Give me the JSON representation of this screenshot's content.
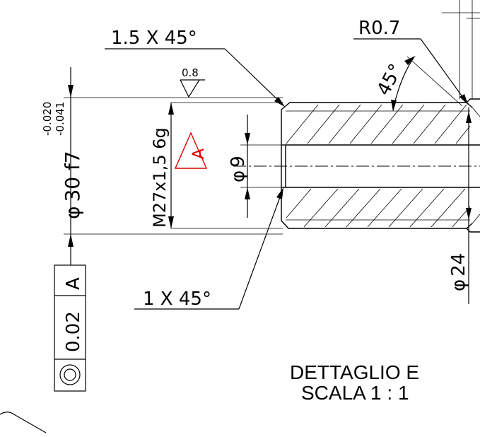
{
  "drawing": {
    "chamfer_top": "1.5  X 45°",
    "chamfer_bottom": "1  X 45°",
    "fillet_radius": "R0.7",
    "angle": "45°",
    "roughness": "0.8",
    "outer_diameter": {
      "symbol": "φ",
      "value": "30 f7",
      "upper_tolerance": "-0.020",
      "lower_tolerance": "-0.041"
    },
    "thread": "M27x1,5 6g",
    "thread_marker": "A",
    "bore": {
      "symbol": "φ",
      "value": "9"
    },
    "shaft": {
      "symbol": "φ",
      "value": "24"
    },
    "tolerance_frame": {
      "symbol": "◎",
      "value": "0.02",
      "datum": "A"
    },
    "detail_title": "DETTAGLIO E",
    "detail_scale": "SCALA 1 : 1"
  },
  "colors": {
    "line": "#000000",
    "marker": "#e00000",
    "background": "#ffffff"
  }
}
